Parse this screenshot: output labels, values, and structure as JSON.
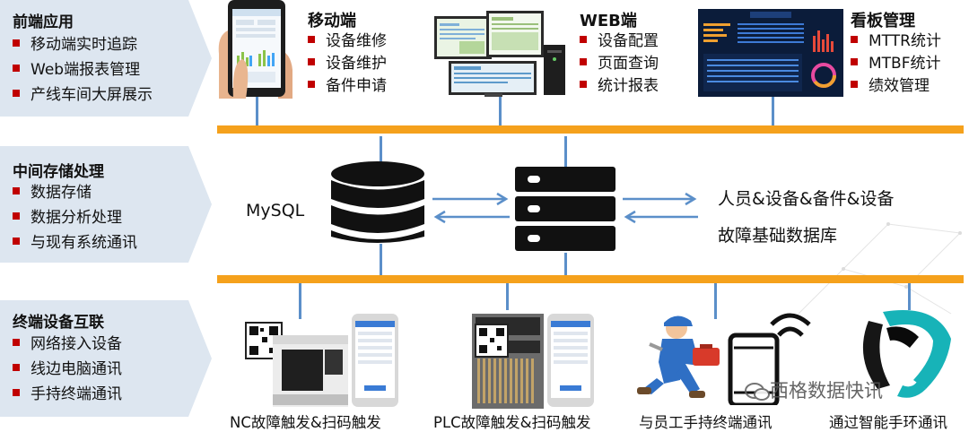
{
  "left_panels": [
    {
      "title": "前端应用",
      "items": [
        "移动端实时追踪",
        "Web端报表管理",
        "产线车间大屏展示"
      ]
    },
    {
      "title": "中间存储处理",
      "items": [
        "数据存储",
        "数据分析处理",
        "与现有系统通讯"
      ]
    },
    {
      "title": "终端设备互联",
      "items": [
        "网络接入设备",
        "线边电脑通讯",
        "手持终端通讯"
      ]
    }
  ],
  "frontend": {
    "mobile": {
      "title": "移动端",
      "items": [
        "设备维修",
        "设备维护",
        "备件申请"
      ]
    },
    "web": {
      "title": "WEB端",
      "items": [
        "设备配置",
        "页面查询",
        "统计报表"
      ]
    },
    "board": {
      "title": "看板管理",
      "items": [
        "MTTR统计",
        "MTBF统计",
        "绩效管理"
      ]
    }
  },
  "middle": {
    "db_label": "MySQL",
    "data_line1": "人员&设备&备件&设备",
    "data_line2": "故障基础数据库"
  },
  "terminals": {
    "captions": [
      "NC故障触发&扫码触发",
      "PLC故障触发&扫码触发",
      "与员工手持终端通讯",
      "通过智能手环通讯"
    ]
  },
  "watermark": "西格数据快讯",
  "colors": {
    "bus": "#f5a11c",
    "connector": "#5b8fc9",
    "bullet": "#c00000",
    "panel": "#dde6f0"
  }
}
